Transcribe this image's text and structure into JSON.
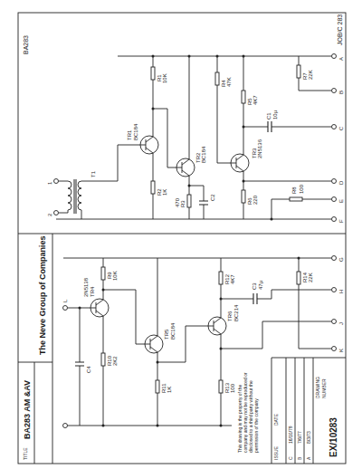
{
  "diagram": {
    "title": "BA283 AM &AV",
    "labels": [
      "BA283",
      "JOB/C 283",
      "The Neve Group of Companies",
      "TITLE",
      "This drawing is the property of the company and may not be reproduced or disclosed to a third party without the permission of the company",
      "ISSUE",
      "DATE",
      "C",
      "16/10/79",
      "B",
      "7/6/77",
      "A",
      "8/3/73",
      "DRAWING",
      "NUMBER",
      "EX/10283",
      "T1",
      "1",
      "2",
      "TR1",
      "BC184",
      "R1",
      "10K",
      "R2",
      "1K",
      "TR2",
      "BC184",
      "R3",
      "470",
      "C2",
      "R4",
      "47K",
      "TR3",
      "2N5136",
      "R5",
      "4K7",
      "R6",
      "220",
      "C1",
      "10µ",
      "R7",
      "22K",
      "R8",
      "100",
      "A",
      "B",
      "C",
      "D",
      "E",
      "F",
      "TR4",
      "2N5138",
      "R9",
      "10K",
      "R10",
      "2K2",
      "C4",
      "TR5",
      "BC184",
      "R11",
      "1K",
      "TR6",
      "BC214",
      "R12",
      "4K7",
      "R13",
      "100",
      "C3",
      "47µ",
      "R14",
      "22K",
      "G",
      "H",
      "J",
      "K",
      "L"
    ]
  }
}
